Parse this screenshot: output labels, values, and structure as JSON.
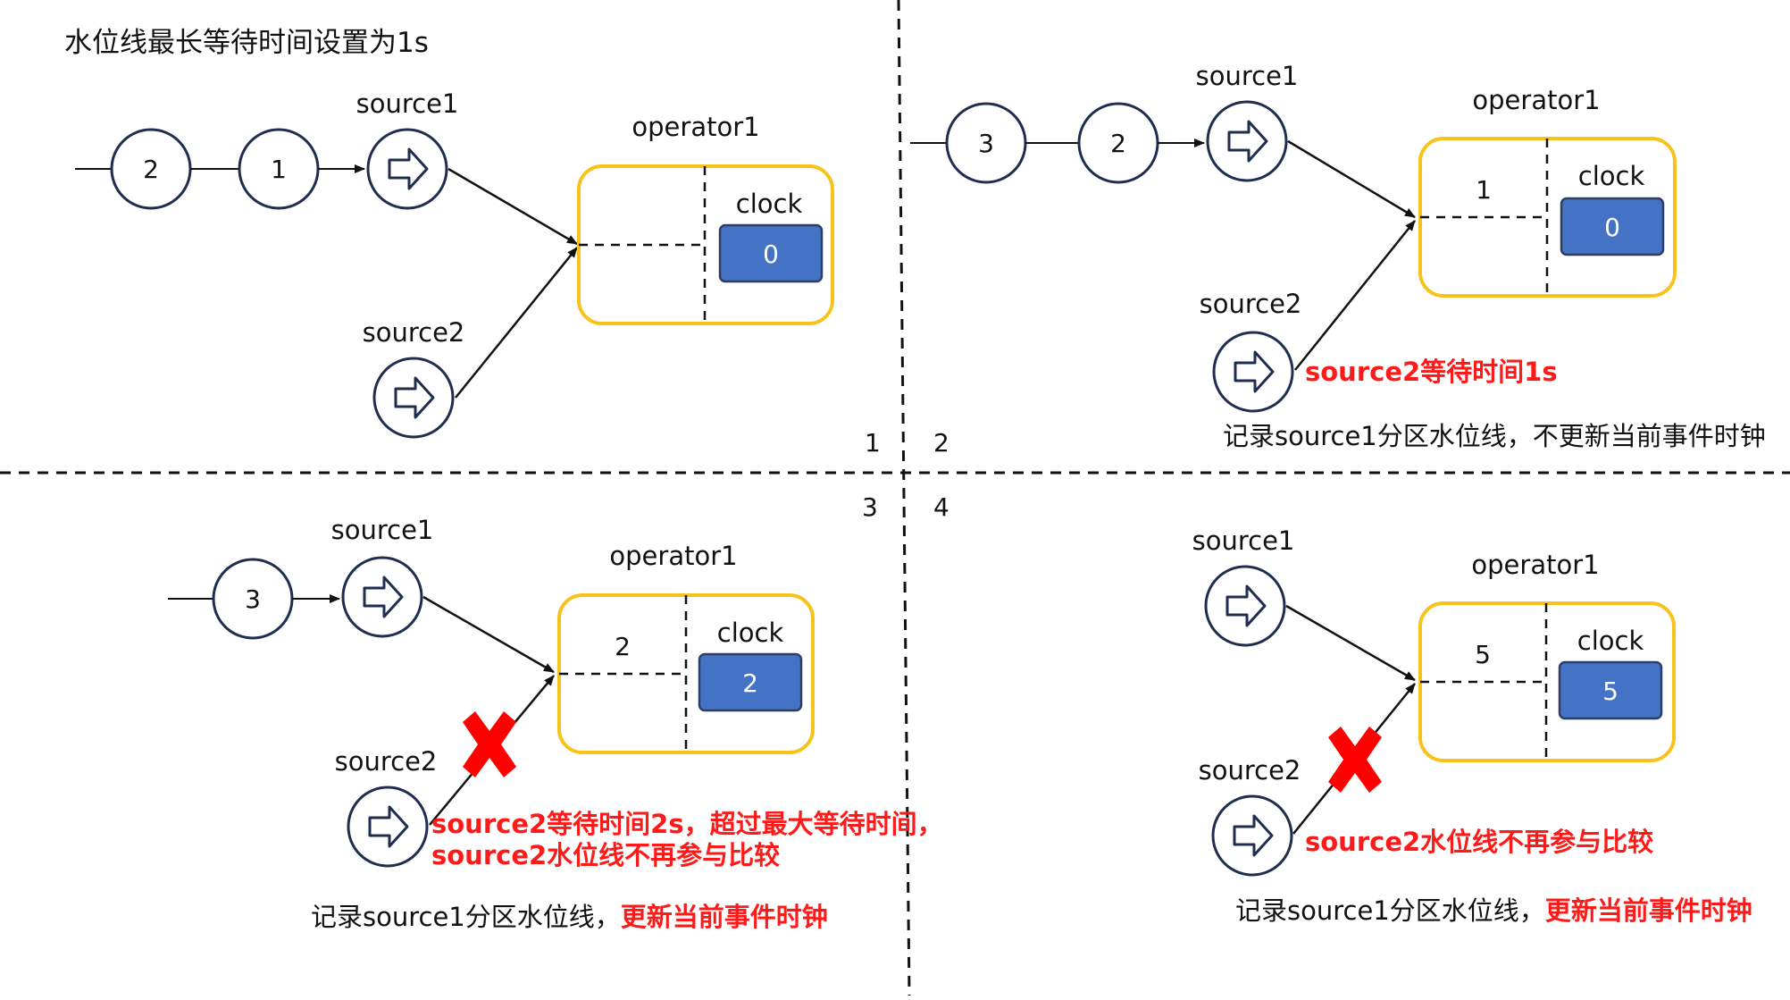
{
  "title": "水位线最长等待时间设置为1s",
  "colors": {
    "operator_border": "#f7c31a",
    "clock_fill": "#4472c4",
    "clock_border": "#2e3f66",
    "circle_stroke": "#1f2d4f",
    "highlight": "#ff1a1a",
    "cross": "#ff0000"
  },
  "panels": [
    {
      "id": "1",
      "source1_label": "source1",
      "source2_label": "source2",
      "operator_label": "operator1",
      "clock_label": "clock",
      "clock_value": "0",
      "partition_value": "",
      "queue": [
        "2",
        "1"
      ]
    },
    {
      "id": "2",
      "source1_label": "source1",
      "source2_label": "source2",
      "operator_label": "operator1",
      "clock_label": "clock",
      "clock_value": "0",
      "partition_value": "1",
      "queue": [
        "3",
        "2"
      ],
      "red_note": "source2等待时间1s",
      "note_black": "记录source1分区水位线，不更新当前事件时钟"
    },
    {
      "id": "3",
      "source1_label": "source1",
      "source2_label": "source2",
      "operator_label": "operator1",
      "clock_label": "clock",
      "clock_value": "2",
      "partition_value": "2",
      "queue": [
        "3"
      ],
      "red_note_line1": "source2等待时间2s，超过最大等待时间，",
      "red_note_line2": "source2水位线不再参与比较",
      "note_black": "记录source1分区水位线，",
      "note_red": "更新当前事件时钟"
    },
    {
      "id": "4",
      "source1_label": "source1",
      "source2_label": "source2",
      "operator_label": "operator1",
      "clock_label": "clock",
      "clock_value": "5",
      "partition_value": "5",
      "queue": [],
      "red_note": "source2水位线不再参与比较",
      "note_black": "记录source1分区水位线，",
      "note_red": "更新当前事件时钟"
    }
  ]
}
